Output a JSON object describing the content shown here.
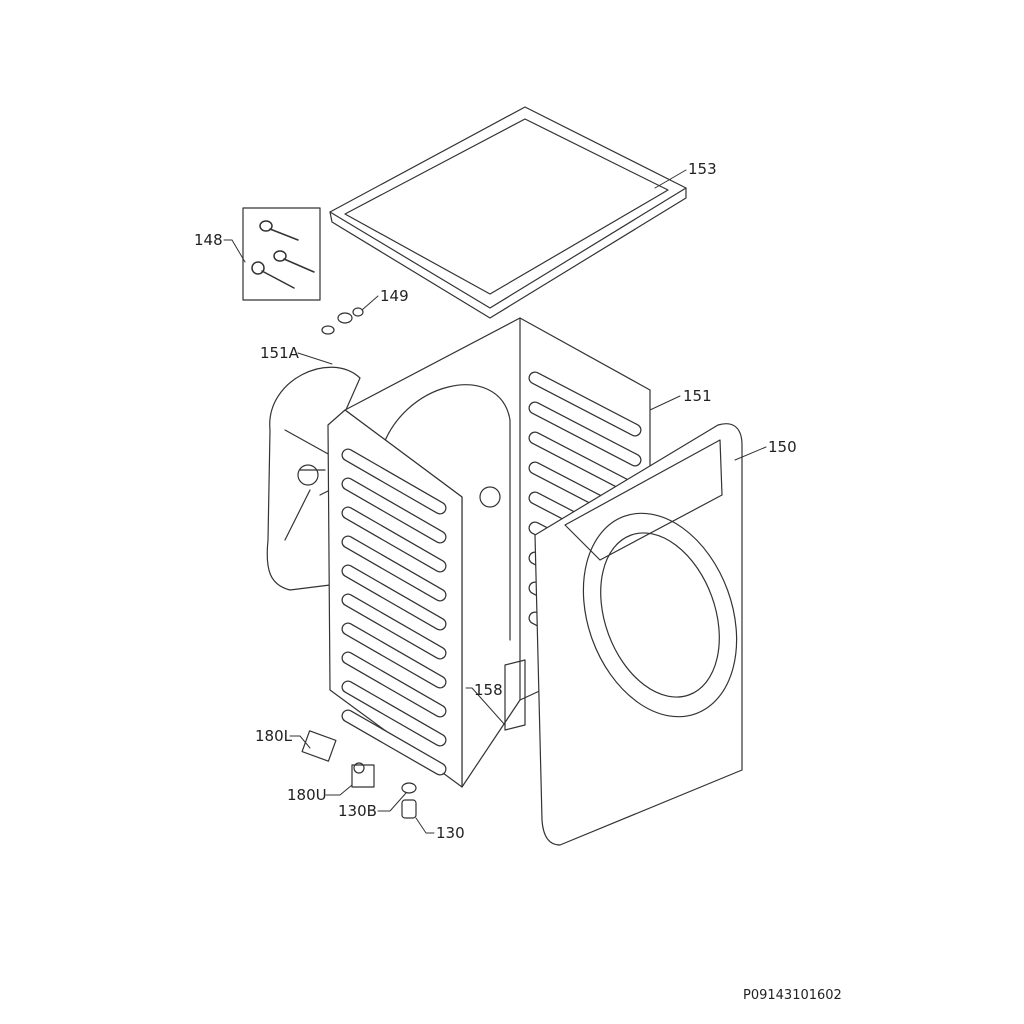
{
  "diagram": {
    "labels": {
      "p153": "153",
      "p148": "148",
      "p149": "149",
      "p151A": "151A",
      "p151": "151",
      "p150": "150",
      "p158": "158",
      "p180L": "180L",
      "p180U": "180U",
      "p130B": "130B",
      "p130": "130"
    },
    "drawing_code": "P09143101602"
  }
}
